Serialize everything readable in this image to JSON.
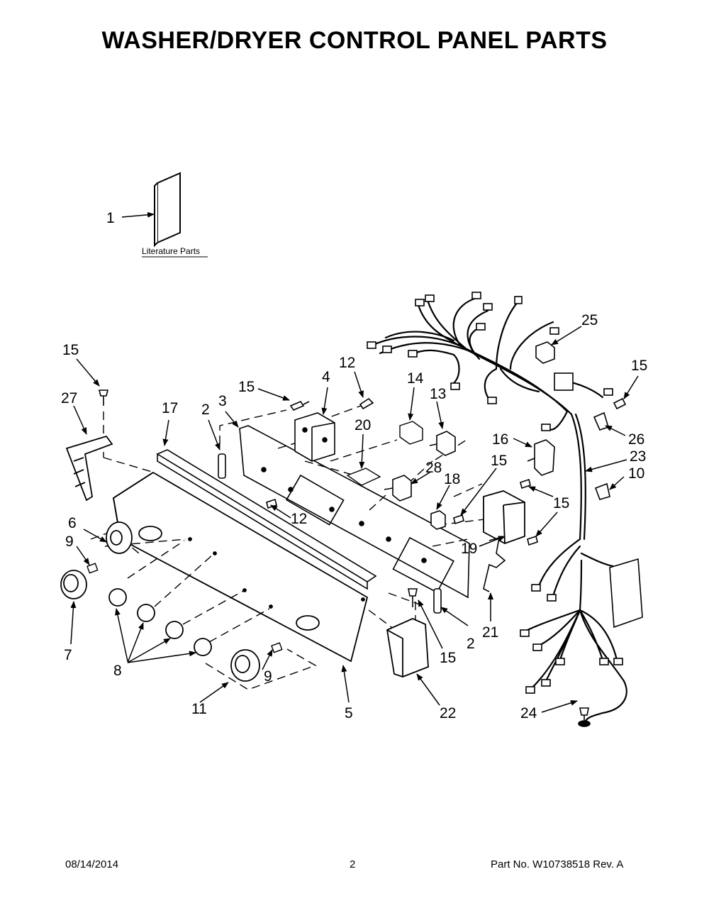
{
  "title": "WASHER/DRYER CONTROL PANEL PARTS",
  "literature_label": "Literature Parts",
  "callouts": [
    "1",
    "2",
    "2",
    "3",
    "4",
    "5",
    "6",
    "7",
    "8",
    "9",
    "9",
    "10",
    "11",
    "12",
    "12",
    "13",
    "14",
    "15",
    "15",
    "15",
    "15",
    "15",
    "15",
    "16",
    "17",
    "18",
    "19",
    "20",
    "21",
    "22",
    "23",
    "24",
    "25",
    "26",
    "27",
    "28"
  ],
  "footer": {
    "date": "08/14/2014",
    "page": "2",
    "part": "Part No.  W10738518  Rev.  A"
  }
}
